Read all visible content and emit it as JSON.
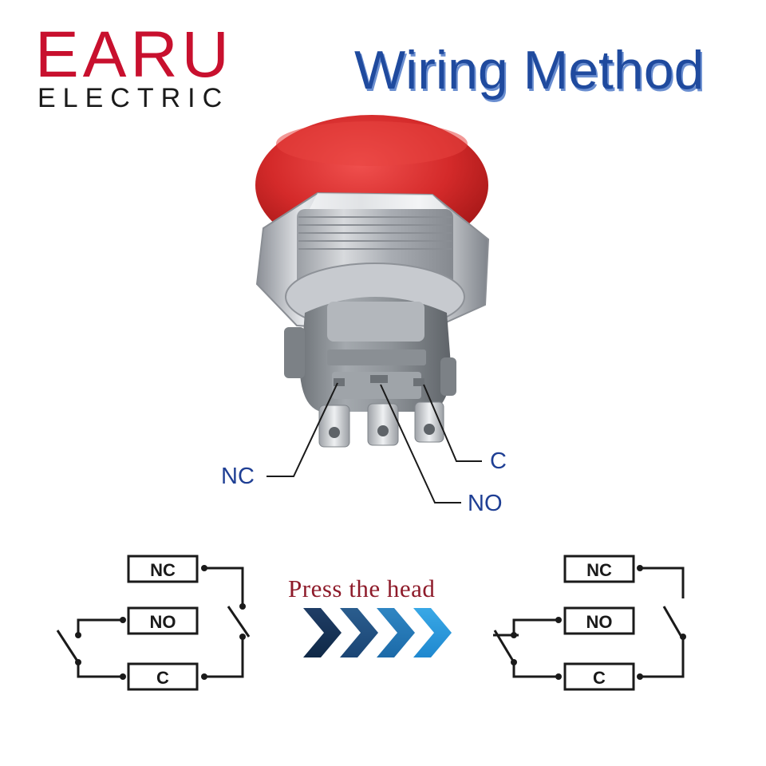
{
  "brand": {
    "name": "EARU",
    "subtitle": "ELECTRIC"
  },
  "title": "Wiring Method",
  "photo": {
    "pin_labels": {
      "nc": "NC",
      "no": "NO",
      "c": "C"
    }
  },
  "arrow": {
    "label": "Press the head",
    "chevron_count": 4
  },
  "diagram_before": {
    "terminals": {
      "nc": "NC",
      "no": "NO",
      "c": "C"
    },
    "state": "not pressed"
  },
  "diagram_after": {
    "terminals": {
      "nc": "NC",
      "no": "NO",
      "c": "C"
    },
    "state": "pressed"
  },
  "colors": {
    "brand_red": "#c8102e",
    "title_blue": "#1f4a9e",
    "label_blue": "#1f3f94",
    "press_text": "#8e1b2a",
    "button_red": "#d42a2a"
  }
}
